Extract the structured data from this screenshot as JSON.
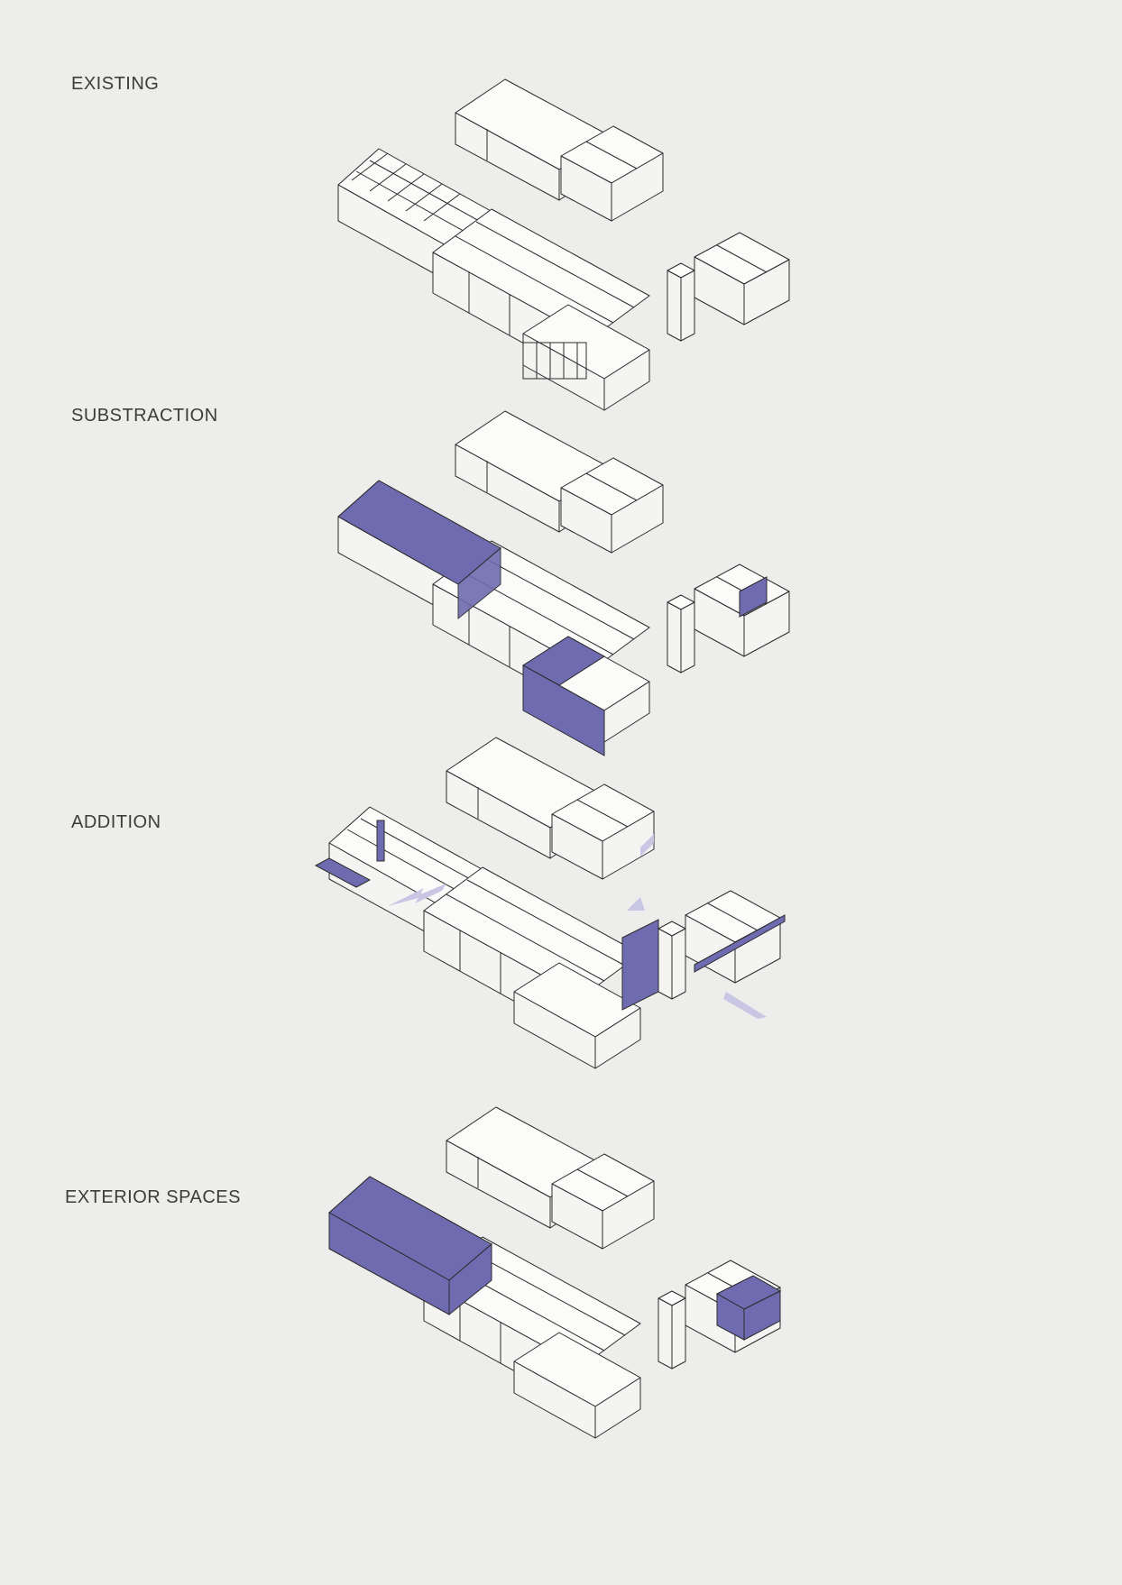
{
  "stages": [
    {
      "label": "EXISTING"
    },
    {
      "label": "SUBSTRACTION"
    },
    {
      "label": "ADDITION"
    },
    {
      "label": "EXTERIOR SPACES"
    }
  ],
  "colors": {
    "background": "#ededeb",
    "highlight": "#6f6bb0",
    "highlight_light": "#c9c6e3",
    "line": "#2b2b2b"
  },
  "icons": [
    "isometric-building-diagram",
    "direction-arrow"
  ]
}
